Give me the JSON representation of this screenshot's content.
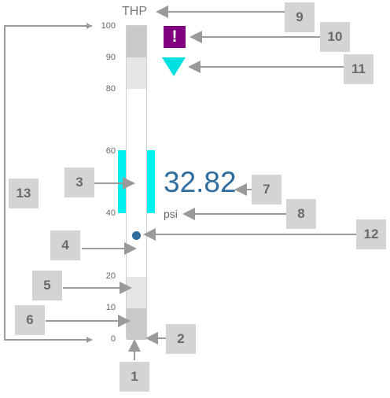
{
  "gauge": {
    "title": "THP",
    "value": "32.82",
    "unit": "psi",
    "alarm_symbol": "!",
    "scale_min": 0,
    "scale_max": 100,
    "ticks": [
      "100",
      "90",
      "80",
      "60",
      "40",
      "20",
      "10",
      "0"
    ],
    "target_range": [
      40,
      60
    ],
    "colors": {
      "value": "#2e6d9e",
      "target": "#00f0f0",
      "alarm": "#800080",
      "limit_dark": "#c9c9c9",
      "limit_light": "#e6e6e6",
      "callout": "#d4d4d4"
    }
  },
  "callouts": [
    "1",
    "2",
    "3",
    "4",
    "5",
    "6",
    "7",
    "8",
    "9",
    "10",
    "11",
    "12",
    "13"
  ]
}
